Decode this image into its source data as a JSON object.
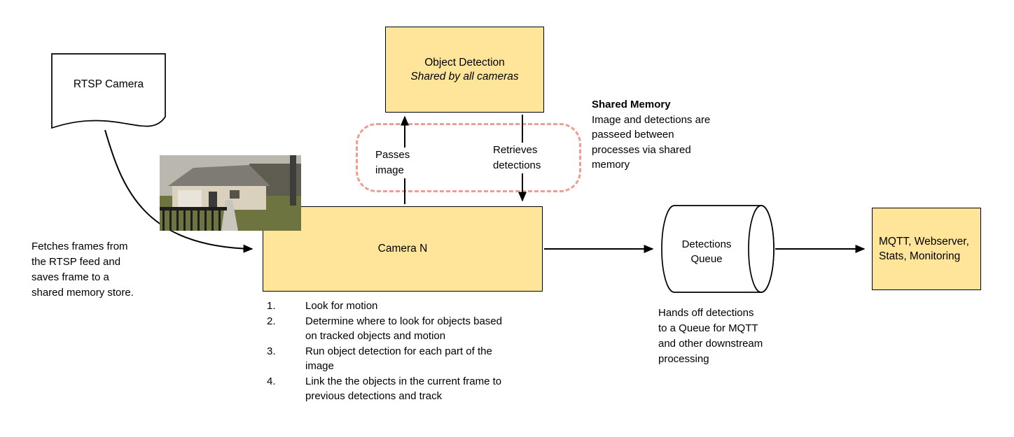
{
  "diagram": {
    "rtsp_camera": {
      "label": "RTSP Camera"
    },
    "object_detection": {
      "title": "Object Detection",
      "subtitle": "Shared by all cameras"
    },
    "shared_memory_arrows": {
      "passes_image": "Passes\nimage",
      "retrieves_detections": "Retrieves\ndetections"
    },
    "shared_memory_note": {
      "title": "Shared Memory",
      "body": "Image and detections are passeed between processes via shared memory"
    },
    "camera": {
      "label": "Camera N",
      "steps": [
        "Look for motion",
        "Determine where to look for objects based on tracked objects and motion",
        "Run object detection for each part of the image",
        "Link the the objects in the current frame to previous detections and track"
      ]
    },
    "fetch_note": "Fetches frames from the RTSP feed and saves frame to a shared memory store.",
    "detections_queue": {
      "label": "Detections\nQueue",
      "note": "Hands off detections to a Queue for MQTT and other downstream processing"
    },
    "mqtt_box": {
      "label": "MQTT, Webserver, Stats, Monitoring"
    },
    "colors": {
      "node_fill": "#FFE599",
      "node_border": "#000000",
      "shared_memory_dash": "#ED9D92",
      "connector": "#000000"
    }
  }
}
